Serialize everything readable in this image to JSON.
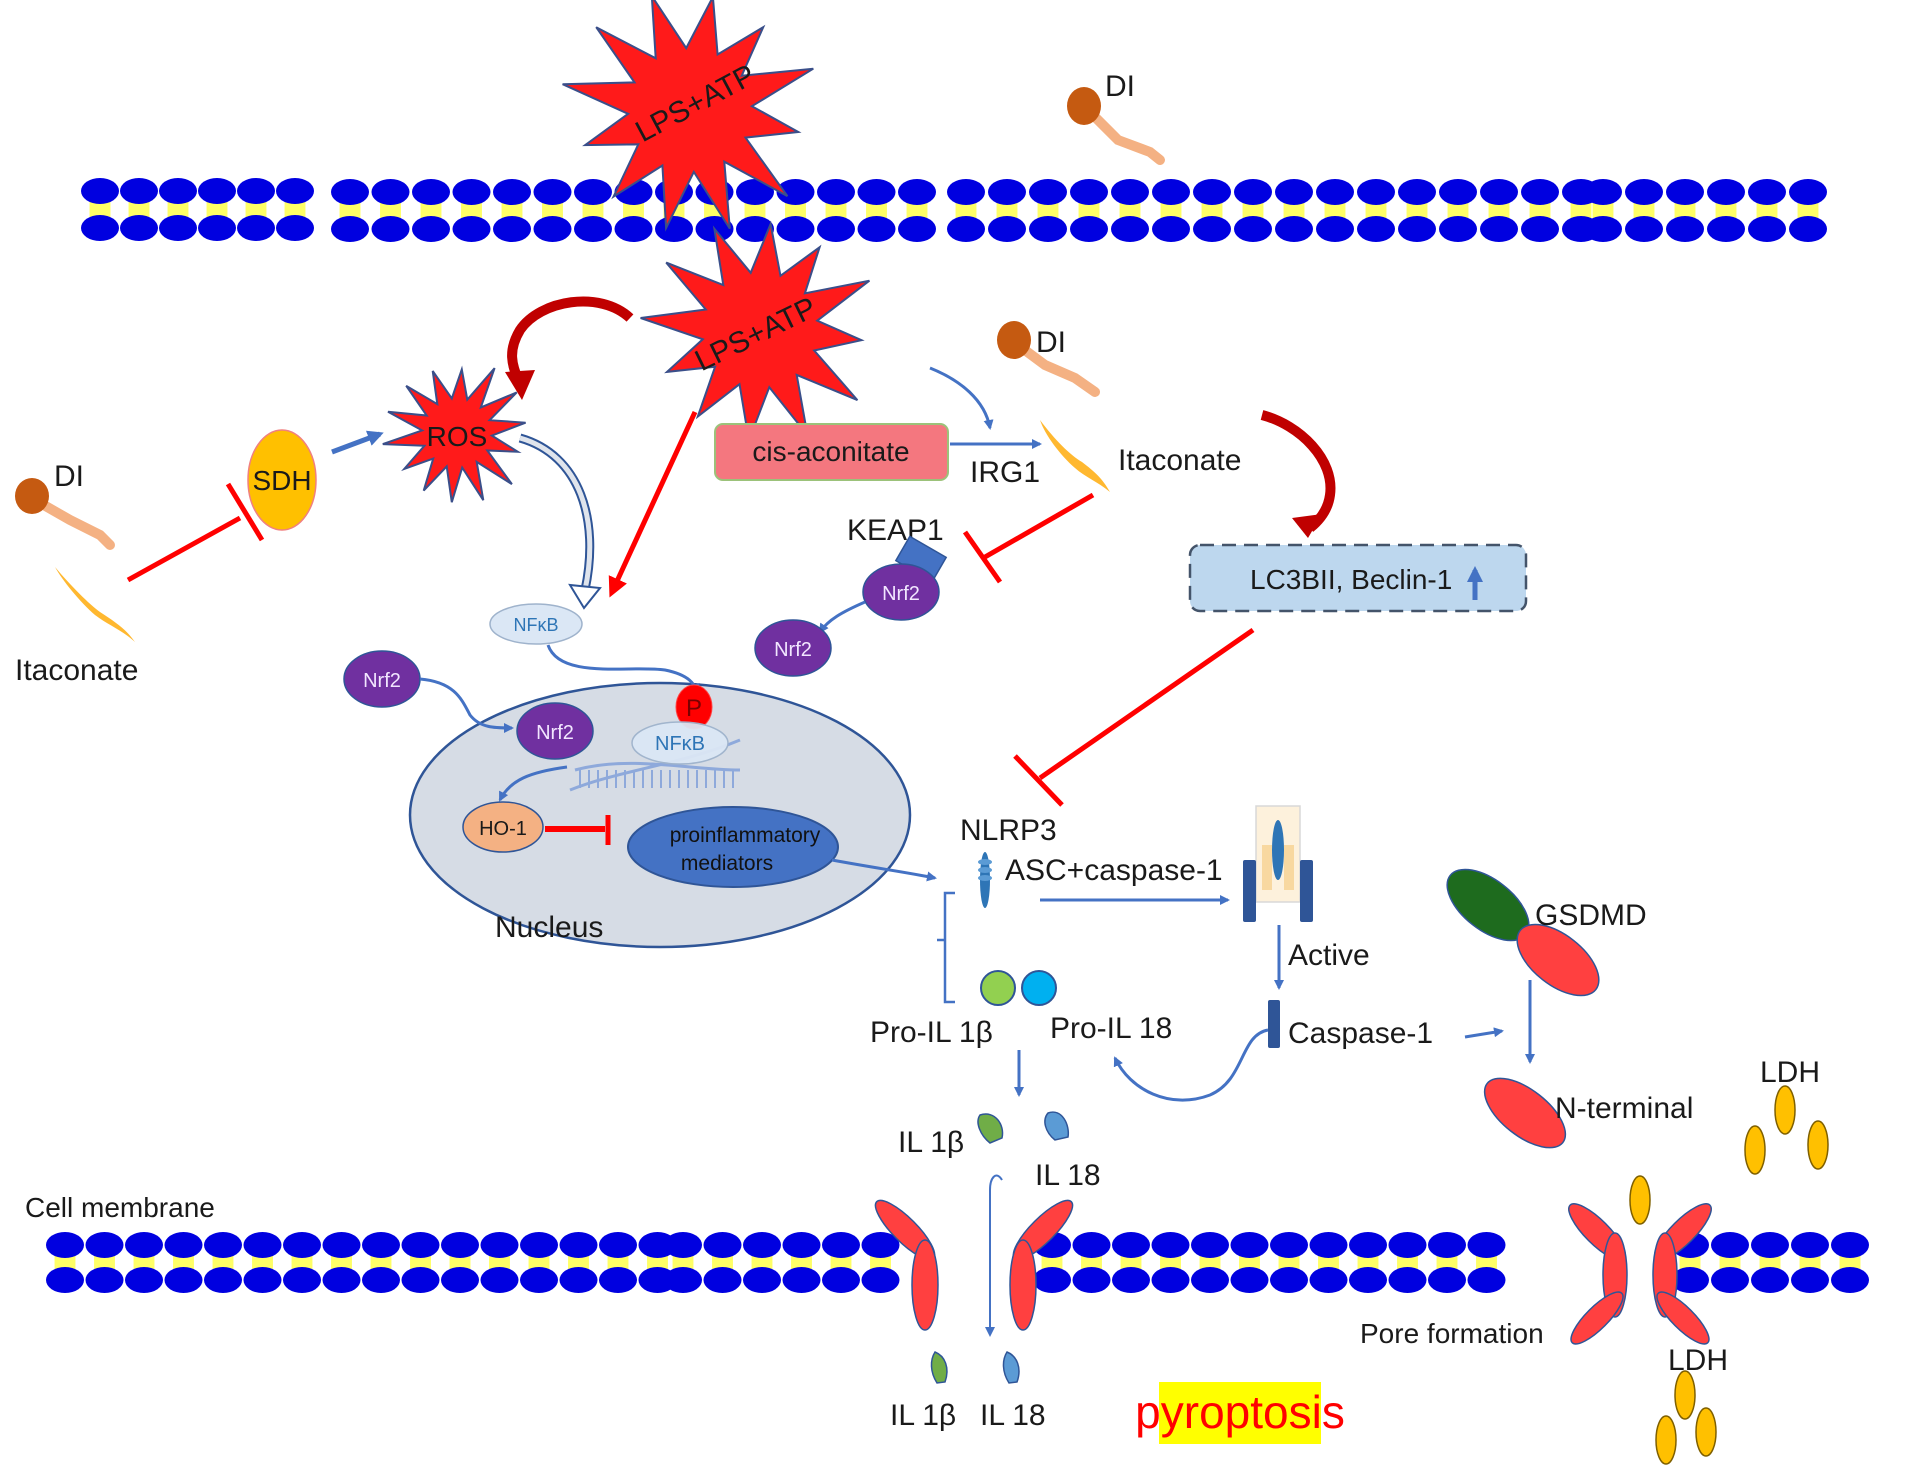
{
  "title": "Itaconate / DI mechanism in LPS+ATP-induced pyroptosis",
  "colors": {
    "membrane_head": "#0000e0",
    "membrane_tail": "#ffff66",
    "stimulus_red": "#ff1a1a",
    "inhibit_red": "#ff0000",
    "activate_blue": "#4472c4",
    "nrf2_purple": "#7030a0",
    "sdh_yellow": "#ffc000",
    "nucleus_fill": "#d6dce5",
    "pyroptosis_bg": "#ffff00"
  },
  "labels": {
    "lps_atp_outer": "LPS+ATP",
    "lps_atp_inner": "LPS+ATP",
    "di_top": "DI",
    "di_mid": "DI",
    "di_left": "DI",
    "itaconate_left": "Itaconate",
    "itaconate_right": "Itaconate",
    "sdh": "SDH",
    "ros": "ROS",
    "cis_aconitate": "cis-aconitate",
    "irg1": "IRG1",
    "keap1": "KEAP1",
    "nrf2_bound": "Nrf2",
    "nrf2_released": "Nrf2",
    "nrf2_cyto": "Nrf2",
    "nrf2_nuclear": "Nrf2",
    "nfkb_cyto": "NFκB",
    "nfkb_nuclear": "NFκB",
    "phospho": "P",
    "ho1": "HO-1",
    "proinflammatory_line1": "proinflammatory",
    "proinflammatory_line2": "mediators",
    "nucleus": "Nucleus",
    "lc3b_beclin": "LC3BII, Beclin-1",
    "nlrp3": "NLRP3",
    "asc_caspase": "ASC+caspase-1",
    "active": "Active",
    "caspase1": "Caspase-1",
    "pro_il1b": "Pro-IL 1β",
    "pro_il18": "Pro-IL 18",
    "il1b_in": "IL 1β",
    "il18_in": "IL 18",
    "il1b_out": "IL 1β",
    "il18_out": "IL 18",
    "gsdmd": "GSDMD",
    "n_terminal": "N-terminal",
    "ldh_top": "LDH",
    "ldh_bottom": "LDH",
    "cell_membrane": "Cell membrane",
    "pore_formation": "Pore formation",
    "pyroptosis": "pyroptosis"
  }
}
